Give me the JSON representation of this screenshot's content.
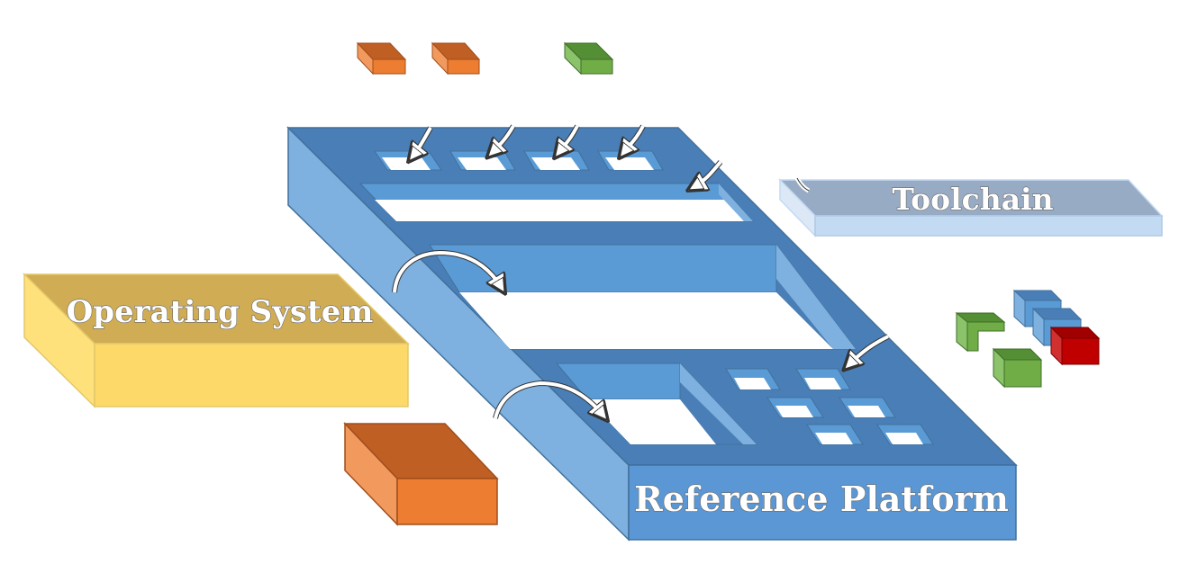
{
  "labels": {
    "toolchain": "Toolchain",
    "operating_system": "Operating System",
    "reference_platform": "Reference Platform"
  },
  "colors": {
    "platform_top": "#4A7EB6",
    "platform_side": "#7EB1DF",
    "platform_front": "#5A97D4",
    "platform_outline": "#41719C",
    "os_top": "#D0AD54",
    "os_side": "#FEE17A",
    "os_front": "#FDD96A",
    "toolchain_top": "#98ABC4",
    "toolchain_front": "#C3DAF3",
    "orange_top": "#C05F23",
    "orange_front": "#ED7D31",
    "orange_side": "#F2995E",
    "green_top": "#548F35",
    "green_front": "#70AD47",
    "blue_cube": "#5B9BD5",
    "red_cube": "#C00000",
    "label_text": "#ffffff"
  }
}
